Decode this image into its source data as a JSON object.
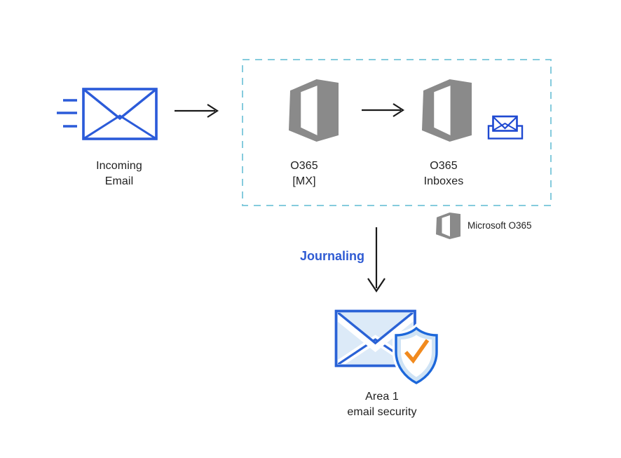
{
  "diagram": {
    "nodes": {
      "incoming_email": {
        "label": "Incoming\nEmail"
      },
      "o365_mx": {
        "label": "O365\n[MX]"
      },
      "o365_inboxes": {
        "label": "O365\nInboxes"
      },
      "area1": {
        "label": "Area 1\nemail security"
      }
    },
    "edges": {
      "journaling_label": "Journaling"
    },
    "legend": {
      "label": "Microsoft O365"
    },
    "colors": {
      "envelope_blue": "#2B5BD9",
      "icon_blue": "#1F49D1",
      "area_blue": "#2A62D6",
      "shield_blue": "#1C67DA",
      "area_fill": "#DCEAF8",
      "shield_fill": "#CFE3F5",
      "check_orange": "#F18A1E",
      "office_gray": "#8A8A8A",
      "dashed_border": "#85CBDD",
      "journaling_blue": "#2F5BD3",
      "arrow_color": "#1A1A1A",
      "text_color": "#1F1F1F"
    }
  }
}
